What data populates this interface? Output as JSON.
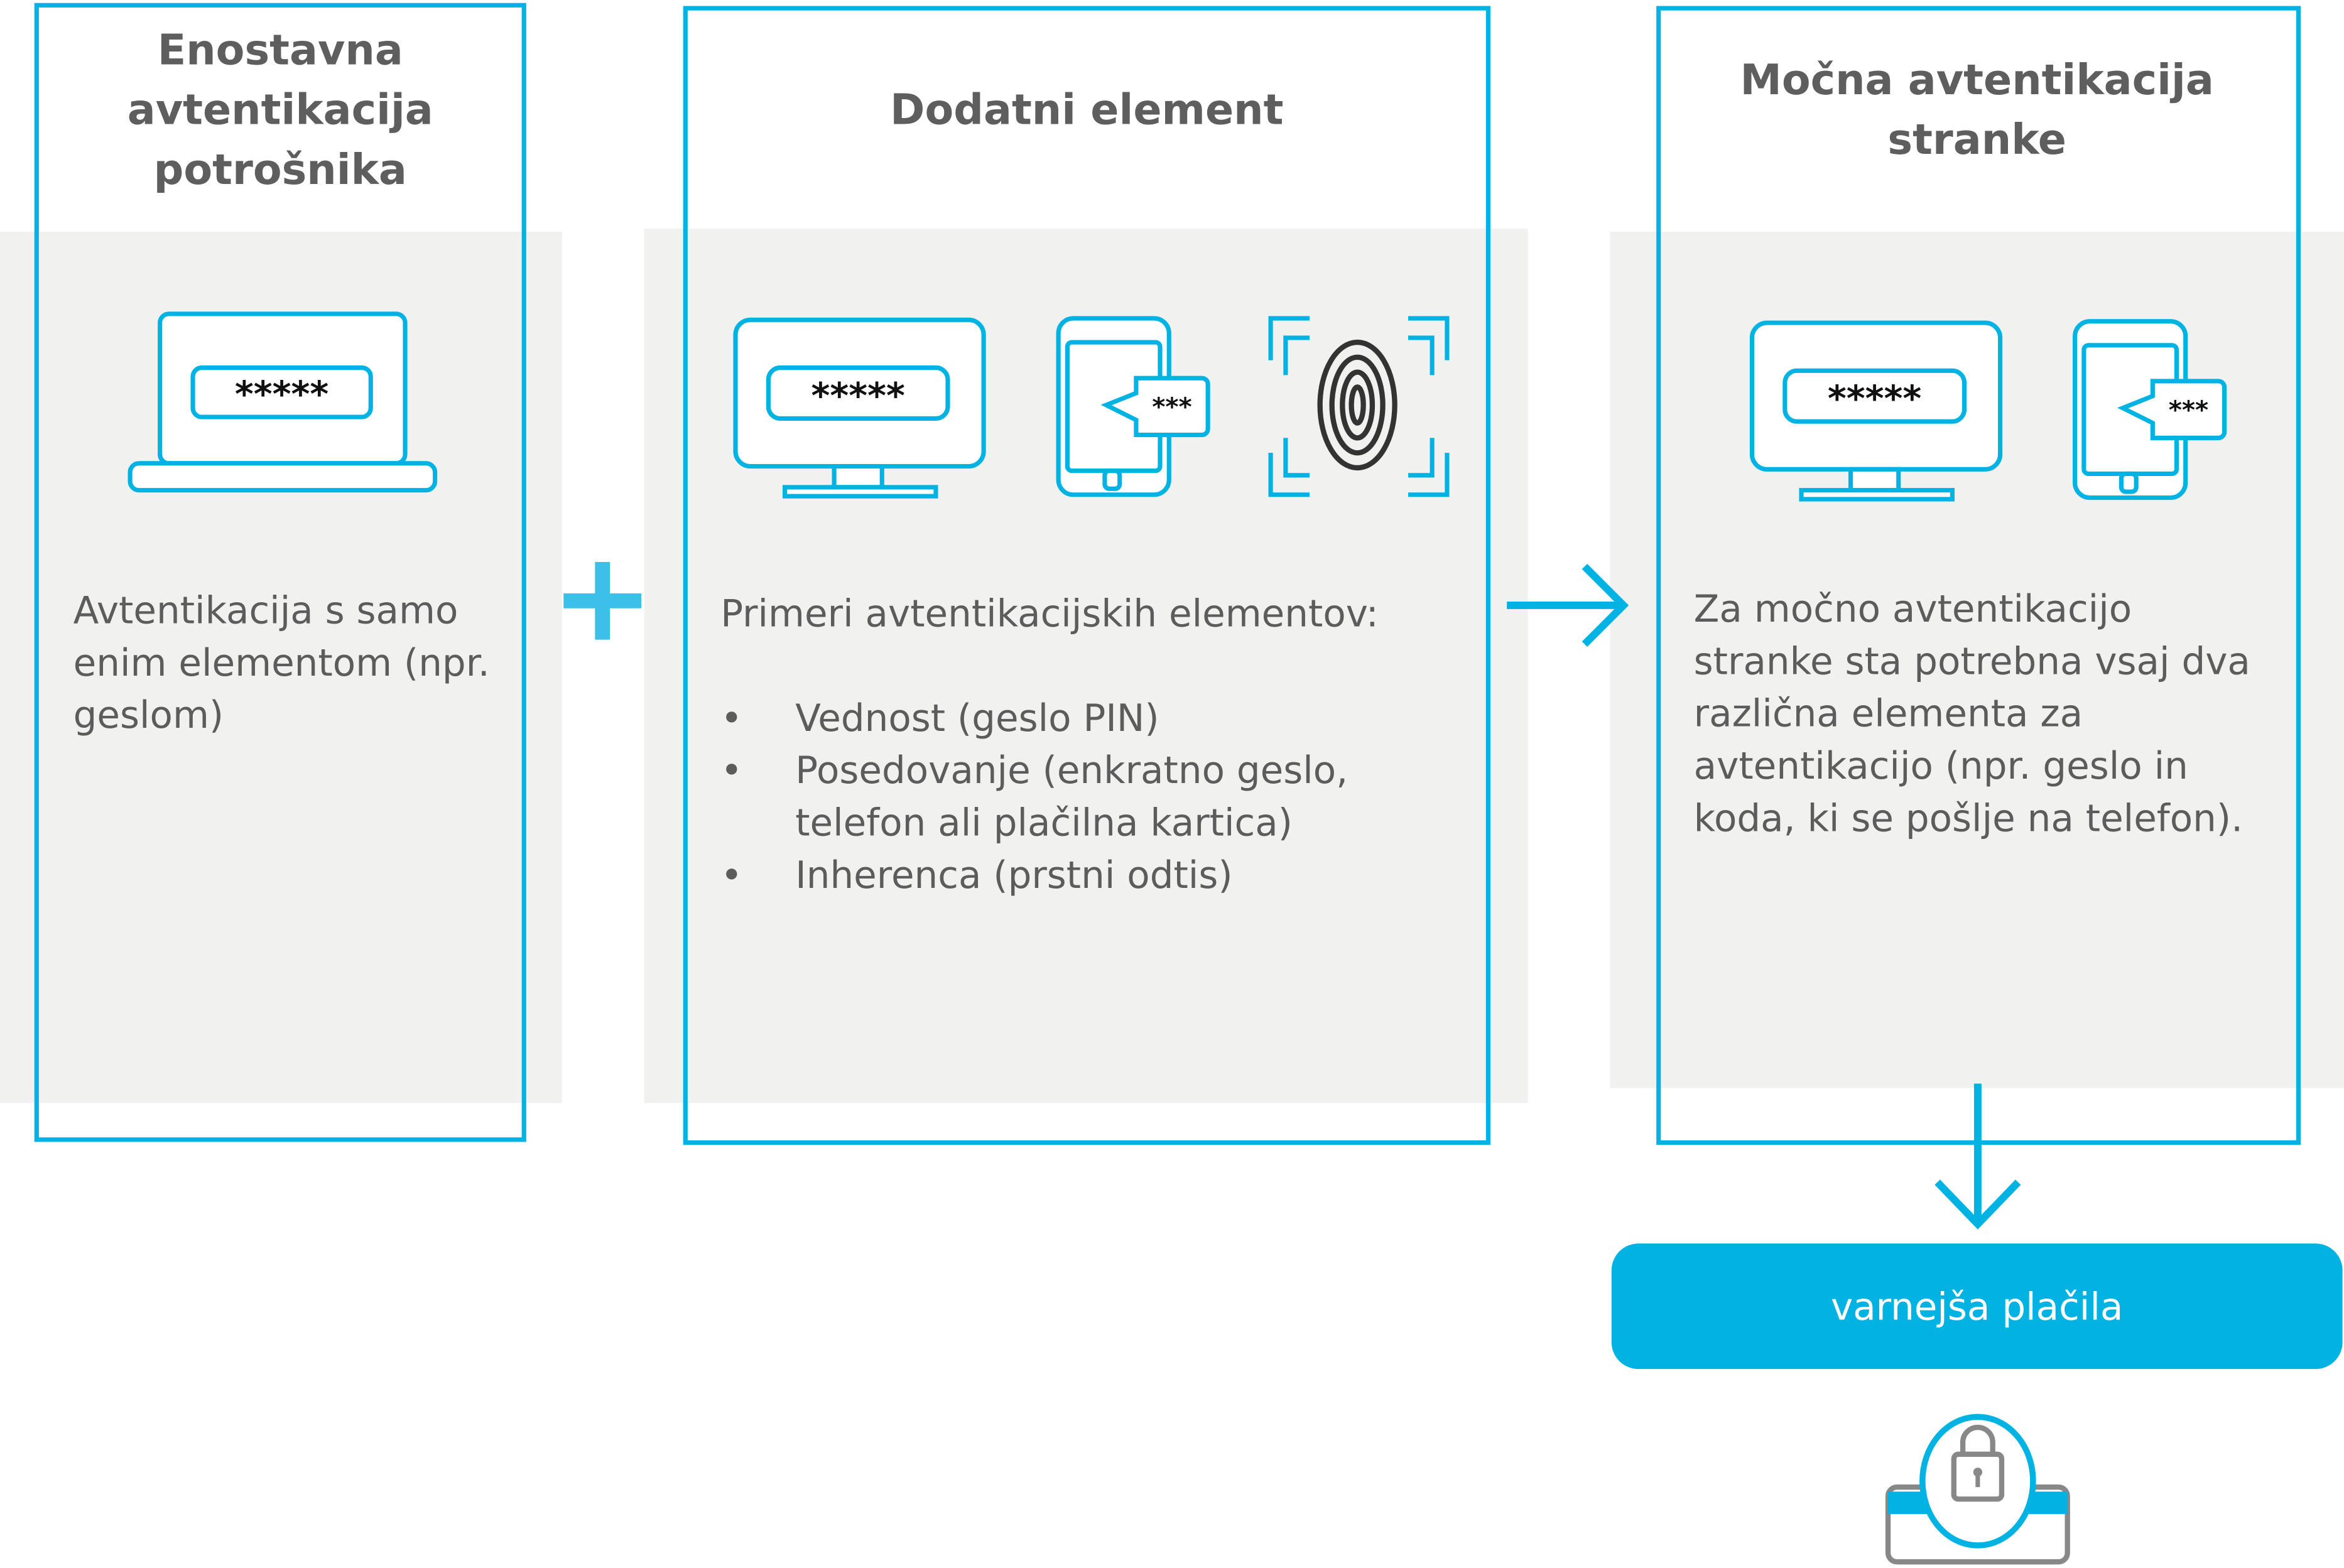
{
  "column1": {
    "title": "Enostavna avtentikacija potrošnika",
    "password_mask": "*****",
    "description": "Avtentikacija s samo enim elementom (npr. geslom)"
  },
  "column2": {
    "title": "Dodatni element",
    "password_mask": "*****",
    "sms_mask": "***",
    "intro": "Primeri avtentikacijskih elementov:",
    "items": [
      "Vednost (geslo PIN)",
      "Posedovanje (enkratno geslo, telefon ali plačilna kartica)",
      "Inherenca (prstni odtis)"
    ]
  },
  "column3": {
    "title": "Močna avtentikacija stranke",
    "password_mask": "*****",
    "sms_mask": "***",
    "description": "Za močno avtentikacijo stranke sta potrebna vsaj dva različna elementa za avtentikacijo (npr. geslo in koda, ki se pošlje na telefon)."
  },
  "result": {
    "label": "varnejša plačila"
  },
  "colors": {
    "accent": "#00b3e3",
    "text": "#5c5c5c",
    "panel": "#f1f1f0"
  }
}
